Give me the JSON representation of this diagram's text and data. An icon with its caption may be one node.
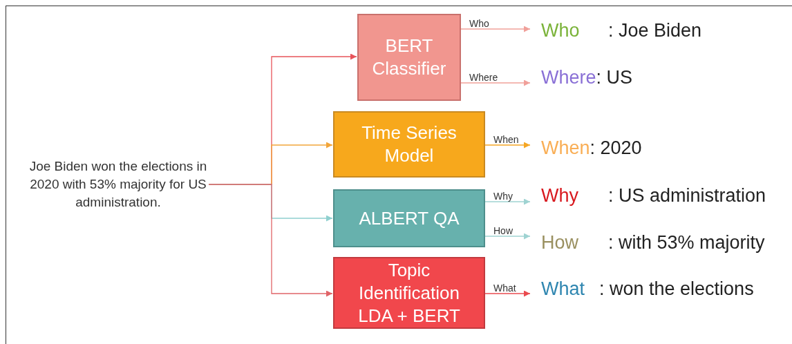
{
  "diagram": {
    "nodes": [
      {
        "text": [
          "Joe Biden won the elections in 2020 with 53% majority for US administration."
        ]
      },
      {
        "text": [
          "BERT Classifier"
        ]
      },
      {
        "text": [
          "Time Series Model"
        ]
      },
      {
        "text": [
          "ALBERT QA"
        ]
      },
      {
        "text": [
          "Topic Identification LDA + BERT"
        ]
      },
      {
        "text": [
          "Who",
          ": Joe Biden"
        ]
      },
      {
        "text": [
          "Where",
          ": US"
        ]
      },
      {
        "text": [
          "When",
          ": 2020"
        ]
      },
      {
        "text": [
          "Why",
          ": US administration"
        ]
      },
      {
        "text": [
          "How",
          ": with 53% majority"
        ]
      },
      {
        "text": [
          "What",
          ": won the elections"
        ]
      }
    ],
    "edges": [
      {
        "from": 0,
        "to": 1,
        "arrow": "to",
        "color": "#e8545a"
      },
      {
        "from": 0,
        "to": 2,
        "arrow": "to",
        "color": "#f2a53a"
      },
      {
        "from": 0,
        "to": 3,
        "arrow": "to",
        "color": "#8fd0cf"
      },
      {
        "from": 0,
        "to": 4,
        "arrow": "to",
        "color": "#e06468"
      },
      {
        "from": 1,
        "to": 5,
        "label": "Who",
        "arrow": "to",
        "color": "#f0a09a"
      },
      {
        "from": 1,
        "to": 6,
        "label": "Where",
        "arrow": "to",
        "color": "#f0a09a"
      },
      {
        "from": 2,
        "to": 7,
        "label": "When",
        "arrow": "to",
        "color": "#f5a623"
      },
      {
        "from": 3,
        "to": 8,
        "label": "Why",
        "arrow": "to",
        "color": "#9fd3d2"
      },
      {
        "from": 3,
        "to": 9,
        "label": "How",
        "arrow": "to",
        "color": "#9fd3d2"
      },
      {
        "from": 4,
        "to": 10,
        "label": "What",
        "arrow": "to",
        "color": "#ea4a4f"
      }
    ]
  }
}
